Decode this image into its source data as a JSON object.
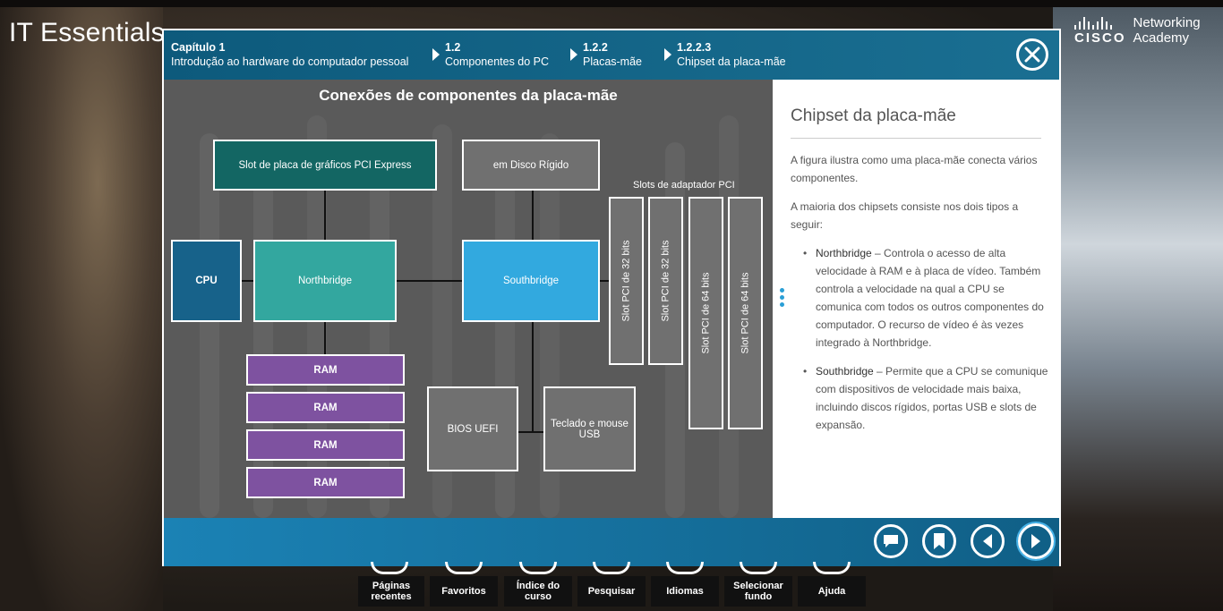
{
  "app": {
    "title": "IT Essentials",
    "brand_line1": "Networking",
    "brand_line2": "Academy",
    "brand_word": "CISCO"
  },
  "breadcrumb": [
    {
      "num": "Capítulo 1",
      "label": "Introdução ao hardware do computador pessoal"
    },
    {
      "num": "1.2",
      "label": "Componentes do PC"
    },
    {
      "num": "1.2.2",
      "label": "Placas-mãe"
    },
    {
      "num": "1.2.2.3",
      "label": "Chipset da placa-mãe"
    }
  ],
  "diagram": {
    "title": "Conexões de componentes da placa-mãe",
    "gpu_slot": "Slot de placa de gráficos PCI Express",
    "hdd": "em Disco Rígido",
    "pci_label": "Slots de adaptador PCI",
    "cpu": "CPU",
    "northbridge": "Northbridge",
    "southbridge": "Southbridge",
    "pci_slots": [
      "Slot PCI de 32 bits",
      "Slot PCI de 32 bits",
      "Slot PCI de 64 bits",
      "Slot PCI de 64 bits"
    ],
    "ram": [
      "RAM",
      "RAM",
      "RAM",
      "RAM"
    ],
    "bios": "BIOS UEFI",
    "usb": "Teclado e mouse USB",
    "colors": {
      "gpu": "#136663",
      "cpu": "#17628a",
      "northbridge": "#33a79f",
      "southbridge": "#32a9df",
      "ram": "#7e52a0",
      "gray": "#707070"
    }
  },
  "side": {
    "title": "Chipset da placa-mãe",
    "p1": "A figura ilustra como uma placa-mãe conecta vários componentes.",
    "p2": "A maioria dos chipsets consiste nos dois tipos a seguir:",
    "b1_term": "Northbridge",
    "b1_text": " – Controla o acesso de alta velocidade à RAM e à placa de vídeo. Também controla a velocidade na qual a CPU se comunica com todos os outros componentes do computador. O recurso de vídeo é às vezes integrado à Northbridge.",
    "b2_term": "Southbridge",
    "b2_text": " – Permite que a CPU se comunique com dispositivos de velocidade mais baixa, incluindo discos rígidos, portas USB e slots de expansão."
  },
  "footer_buttons": [
    "chat-icon",
    "bookmark-icon",
    "previous-icon",
    "next-icon"
  ],
  "bottom_nav": [
    "Páginas recentes",
    "Favoritos",
    "Índice do curso",
    "Pesquisar",
    "Idiomas",
    "Selecionar fundo",
    "Ajuda"
  ]
}
